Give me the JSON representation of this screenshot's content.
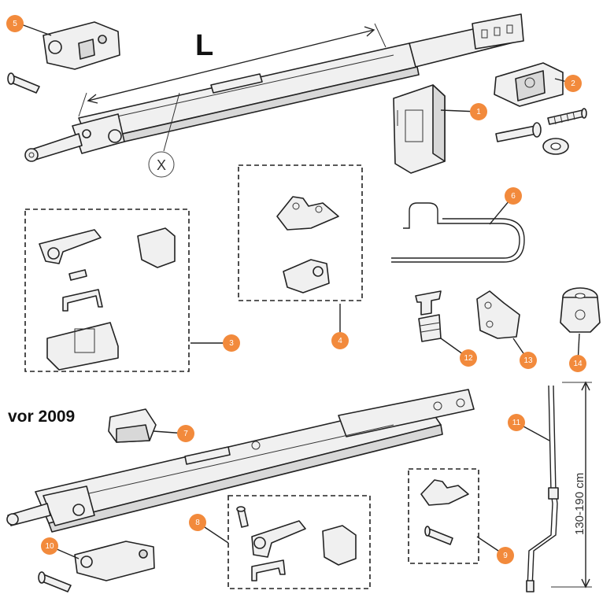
{
  "labels": {
    "length": "L",
    "section": "vor 2009",
    "cross_section": "X",
    "dimension": "130-190 cm"
  },
  "callouts": [
    "1",
    "2",
    "3",
    "4",
    "5",
    "6",
    "7",
    "8",
    "9",
    "10",
    "11",
    "12",
    "13",
    "14"
  ],
  "colors": {
    "badge": "#f28a3c",
    "outline": "#222222"
  }
}
